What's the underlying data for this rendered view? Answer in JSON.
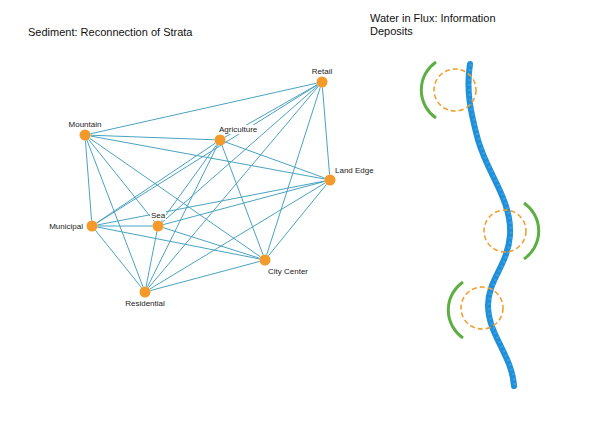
{
  "diagram": {
    "title": "Sediment: Reconnection of Strata",
    "nodes": [
      {
        "text": [
          "Mountain"
        ]
      },
      {
        "text": [
          "Agriculture"
        ]
      },
      {
        "text": [
          "Retail"
        ]
      },
      {
        "text": [
          "Land Edge"
        ]
      },
      {
        "text": [
          "Municipal"
        ]
      },
      {
        "text": [
          "Sea"
        ]
      },
      {
        "text": [
          "City Center"
        ]
      },
      {
        "text": [
          "Residential"
        ]
      }
    ],
    "edges": [
      {
        "from": 0,
        "to": 1,
        "arrow": "none"
      },
      {
        "from": 0,
        "to": 2,
        "arrow": "none"
      },
      {
        "from": 0,
        "to": 3,
        "arrow": "none"
      },
      {
        "from": 0,
        "to": 4,
        "arrow": "none"
      },
      {
        "from": 0,
        "to": 5,
        "arrow": "none"
      },
      {
        "from": 0,
        "to": 6,
        "arrow": "none"
      },
      {
        "from": 0,
        "to": 7,
        "arrow": "none"
      },
      {
        "from": 1,
        "to": 2,
        "arrow": "none"
      },
      {
        "from": 1,
        "to": 3,
        "arrow": "none"
      },
      {
        "from": 1,
        "to": 4,
        "arrow": "none"
      },
      {
        "from": 1,
        "to": 5,
        "arrow": "none"
      },
      {
        "from": 1,
        "to": 6,
        "arrow": "none"
      },
      {
        "from": 1,
        "to": 7,
        "arrow": "none"
      },
      {
        "from": 2,
        "to": 3,
        "arrow": "none"
      },
      {
        "from": 2,
        "to": 4,
        "arrow": "none"
      },
      {
        "from": 2,
        "to": 5,
        "arrow": "none"
      },
      {
        "from": 2,
        "to": 6,
        "arrow": "none"
      },
      {
        "from": 2,
        "to": 7,
        "arrow": "none"
      },
      {
        "from": 3,
        "to": 4,
        "arrow": "none"
      },
      {
        "from": 3,
        "to": 5,
        "arrow": "none"
      },
      {
        "from": 3,
        "to": 6,
        "arrow": "none"
      },
      {
        "from": 3,
        "to": 7,
        "arrow": "none"
      },
      {
        "from": 4,
        "to": 5,
        "arrow": "none"
      },
      {
        "from": 4,
        "to": 6,
        "arrow": "none"
      },
      {
        "from": 4,
        "to": 7,
        "arrow": "none"
      },
      {
        "from": 5,
        "to": 6,
        "arrow": "none"
      },
      {
        "from": 5,
        "to": 7,
        "arrow": "none"
      },
      {
        "from": 6,
        "to": 7,
        "arrow": "none"
      }
    ],
    "labels": [
      "Water in Flux: Information Deposits"
    ]
  }
}
